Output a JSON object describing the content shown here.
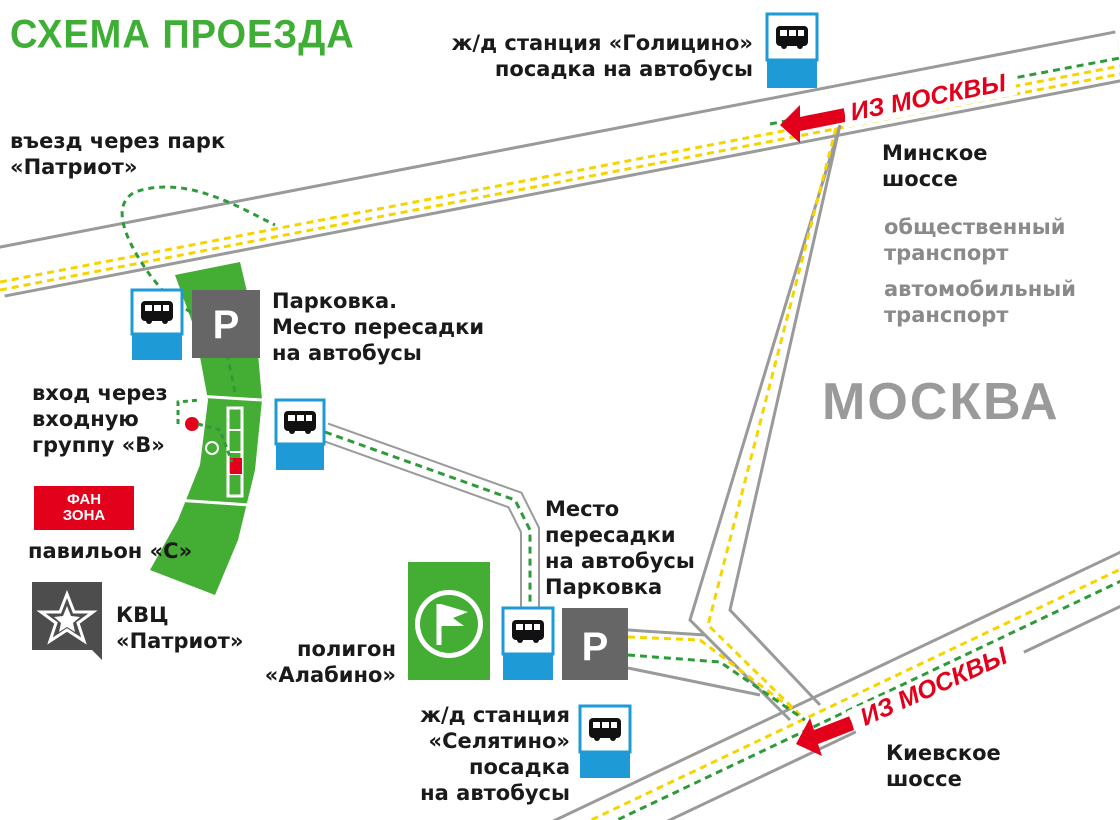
{
  "map": {
    "title": "СХЕМА ПРОЕЗДА",
    "city": "МОСКВА",
    "colors": {
      "brand_green": "#3fae36",
      "park_green": "#44ad34",
      "road_grey": "#9a9a9a",
      "route_yellow": "#f5d400",
      "route_green": "#2e9b3a",
      "arrow_red": "#e3001b",
      "bus_blue": "#1e9ad6",
      "parking_grey": "#666666",
      "kvc_grey": "#4d4d4d"
    },
    "labels": {
      "golitsyno": "ж/д станция «Голицино»\nпосадка на автобусы",
      "park_entry": "въезд через парк\n«Патриот»",
      "minsk": "Минское\nшоссе",
      "parking_transfer": "Парковка.\nМесто пересадки\nна автобусы",
      "entrance": "вход через\nвходную\nгруппу «В»",
      "pavilion": "павильон «С»",
      "kvc": "КВЦ\n«Патриот»",
      "transfer2": "Место\nпересадки\nна автобусы\nПарковка",
      "polygon": "полигон\n«Алабино»",
      "selyatino": "ж/д станция\n«Селятино»\nпосадка\nна автобусы",
      "kiev": "Киевское\nшоссе"
    },
    "legend": {
      "public_transport": "общественный\nтранспорт",
      "car_transport": "автомобильный\nтранспорт"
    },
    "fan_zone": {
      "line1": "ФАН",
      "line2": "ЗОНА"
    },
    "arrows": {
      "from_moscow_top": "ИЗ МОСКВЫ",
      "from_moscow_bottom": "ИЗ МОСКВЫ"
    },
    "icons": {
      "bus": "bus-icon",
      "parking": "parking-icon",
      "star": "star-icon",
      "flag": "flag-icon",
      "parking_letter": "P"
    }
  }
}
